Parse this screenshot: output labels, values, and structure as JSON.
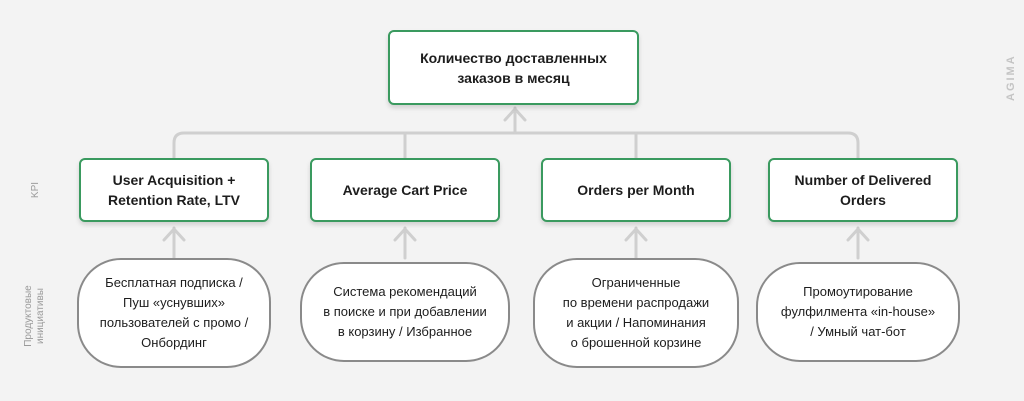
{
  "brand": "AGIMA",
  "side_labels": {
    "kpi": "KPI",
    "initiatives": "Продуктовые\nинициативы"
  },
  "root": {
    "label": "Количество доставленных\nзаказов в месяц"
  },
  "kpis": [
    {
      "label": "User Acquisition +\nRetention Rate, LTV"
    },
    {
      "label": "Average Cart Price"
    },
    {
      "label": "Orders per Month"
    },
    {
      "label": "Number of Delivered\nOrders"
    }
  ],
  "initiatives": [
    {
      "label": "Бесплатная подписка /\nПуш «уснувших»\nпользователей с промо /\nОнбординг"
    },
    {
      "label": "Система рекомендаций\nв поиске и при добавлении\nв корзину / Избранное"
    },
    {
      "label": "Ограниченные\nпо времени распродажи\nи акции / Напоминания\nо брошенной корзине"
    },
    {
      "label": "Промоутирование\nфулфилмента «in-house»\n/ Умный чат-бот"
    }
  ],
  "colors": {
    "box_border": "#3a9a5f",
    "pill_border": "#8a8a8a",
    "connector": "#cfcfcf",
    "background": "#f3f3f3"
  }
}
